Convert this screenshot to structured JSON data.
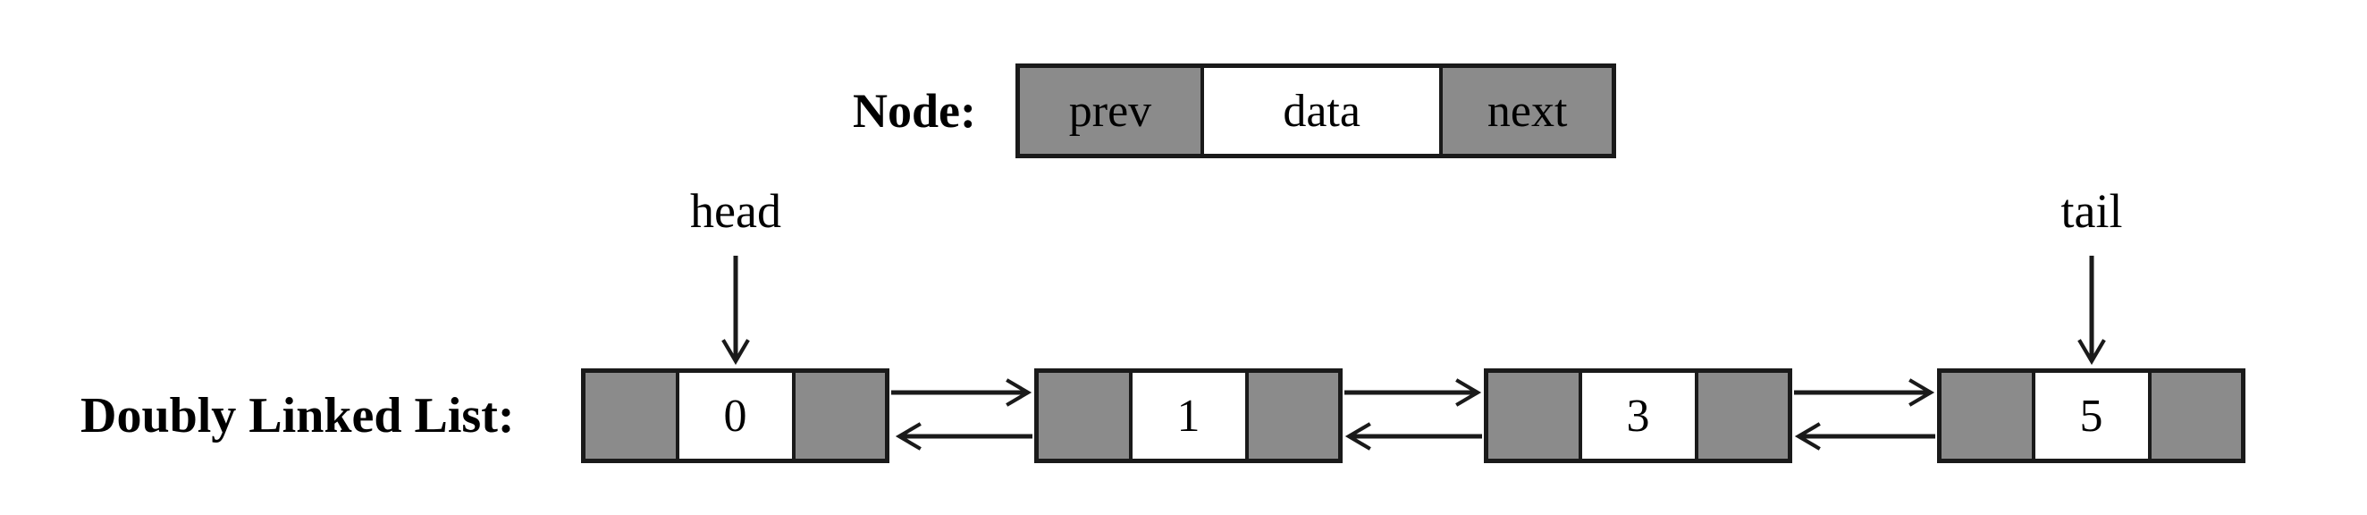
{
  "colors": {
    "gray_cell": "#8b8b8b",
    "white_cell": "#ffffff",
    "border": "#1a1a1a",
    "arrow": "#1a1a1a",
    "background": "#ffffff",
    "text": "#000000"
  },
  "legend": {
    "label": "Node:",
    "cells": [
      {
        "label": "prev",
        "fill": "gray"
      },
      {
        "label": "data",
        "fill": "white"
      },
      {
        "label": "next",
        "fill": "gray"
      }
    ]
  },
  "list": {
    "label": "Doubly Linked List:",
    "head_label": "head",
    "tail_label": "tail",
    "head_points_to": "0",
    "tail_points_to": "5",
    "nodes": [
      {
        "value": "0"
      },
      {
        "value": "1"
      },
      {
        "value": "3"
      },
      {
        "value": "5"
      }
    ],
    "edges": [
      {
        "from": "0",
        "to": "1",
        "type": "next"
      },
      {
        "from": "1",
        "to": "0",
        "type": "prev"
      },
      {
        "from": "1",
        "to": "3",
        "type": "next"
      },
      {
        "from": "3",
        "to": "1",
        "type": "prev"
      },
      {
        "from": "3",
        "to": "5",
        "type": "next"
      },
      {
        "from": "5",
        "to": "3",
        "type": "prev"
      }
    ]
  }
}
